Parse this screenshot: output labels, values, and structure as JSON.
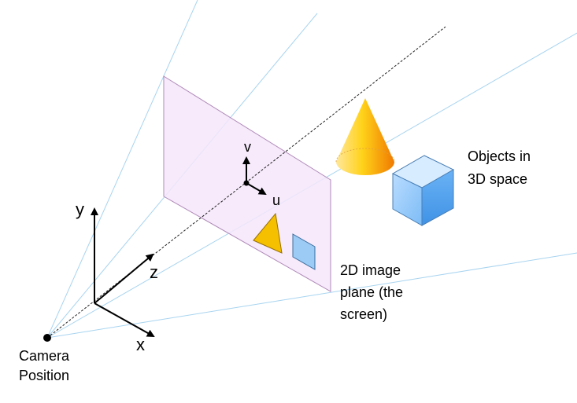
{
  "labels": {
    "camera_line1": "Camera",
    "camera_line2": "Position",
    "objects_line1": "Objects in",
    "objects_line2": "3D space",
    "plane_line1": "2D image",
    "plane_line2": "plane (the",
    "plane_line3": "screen)",
    "axis_y": "y",
    "axis_z": "z",
    "axis_x": "x",
    "axis_v": "v",
    "axis_u": "u"
  },
  "colors": {
    "ray": "#a8d4f0",
    "plane_fill": "#f4e6fa",
    "plane_stroke": "#b08ab8",
    "cone_light": "#ffee88",
    "cone_dark": "#f59a00",
    "cube_light": "#d8ecff",
    "cube_dark": "#5aa8f0",
    "triangle": "#f5c000"
  },
  "icons": {
    "camera": "camera-dot-icon",
    "cone": "cone-icon",
    "cube": "cube-icon",
    "triangle": "triangle-icon",
    "square": "square-icon"
  }
}
